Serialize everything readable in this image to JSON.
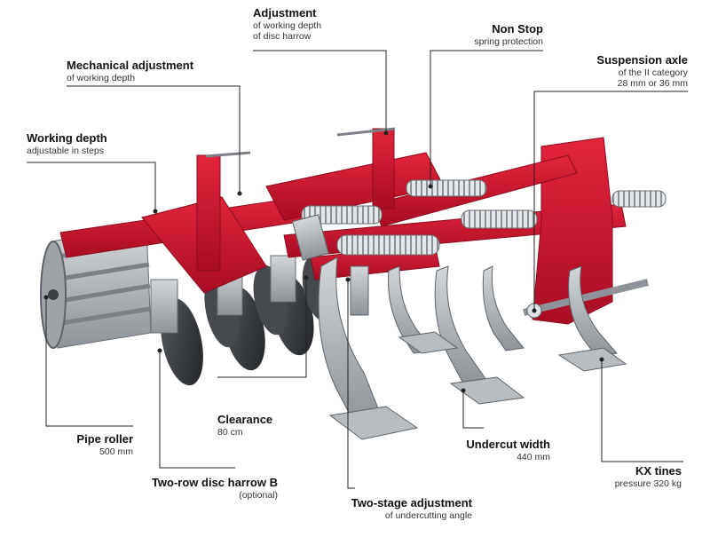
{
  "callouts": {
    "adjustment": {
      "title": "Adjustment",
      "sub1": "of working depth",
      "sub2": "of disc harrow"
    },
    "non_stop": {
      "title": "Non Stop",
      "sub1": "spring protection"
    },
    "suspension_axle": {
      "title": "Suspension axle",
      "sub1": "of the II category",
      "sub2": "28 mm or 36 mm"
    },
    "mechanical_adjustment": {
      "title": "Mechanical adjustment",
      "sub1": "of working depth"
    },
    "working_depth": {
      "title": "Working depth",
      "sub1": "adjustable in steps"
    },
    "clearance": {
      "title": "Clearance",
      "sub1": "80 cm"
    },
    "pipe_roller": {
      "title": "Pipe roller",
      "sub1": "500 mm"
    },
    "undercut_width": {
      "title": "Undercut width",
      "sub1": "440 mm"
    },
    "two_row_disc": {
      "title": "Two-row disc harrow B",
      "sub1": "(optional)"
    },
    "kx_tines": {
      "title": "KX tines",
      "sub1": "pressure 320 kg"
    },
    "two_stage": {
      "title": "Two-stage adjustment",
      "sub1": "of undercutting angle"
    }
  },
  "colors": {
    "frame_red": "#c8102e",
    "frame_red_dark": "#8e0b20",
    "steel_grey": "#a9aeb3",
    "steel_dark": "#5e6369",
    "disc_dark": "#2c2e31",
    "spring": "#cfd3d6",
    "leader_line": "#222222"
  }
}
